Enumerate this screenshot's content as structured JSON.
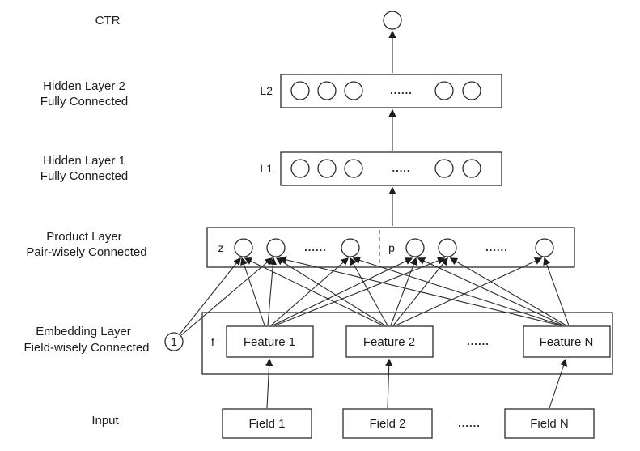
{
  "diagram": {
    "output": {
      "label": "CTR"
    },
    "hidden2": {
      "name": "Hidden Layer 2",
      "type": "Fully Connected",
      "tag": "L2"
    },
    "hidden1": {
      "name": "Hidden Layer 1",
      "type": "Fully Connected",
      "tag": "L1"
    },
    "product": {
      "name": "Product Layer",
      "type": "Pair-wisely Connected",
      "z_label": "z",
      "p_label": "p"
    },
    "embedding": {
      "name": "Embedding Layer",
      "type": "Field-wisely Connected",
      "f_label": "f",
      "bias_label": "1",
      "features": [
        "Feature 1",
        "Feature 2",
        "Feature N"
      ]
    },
    "input": {
      "name": "Input",
      "fields": [
        "Field 1",
        "Field 2",
        "Field N"
      ]
    },
    "ellipsis": "......",
    "ellipsis_short": "....."
  }
}
